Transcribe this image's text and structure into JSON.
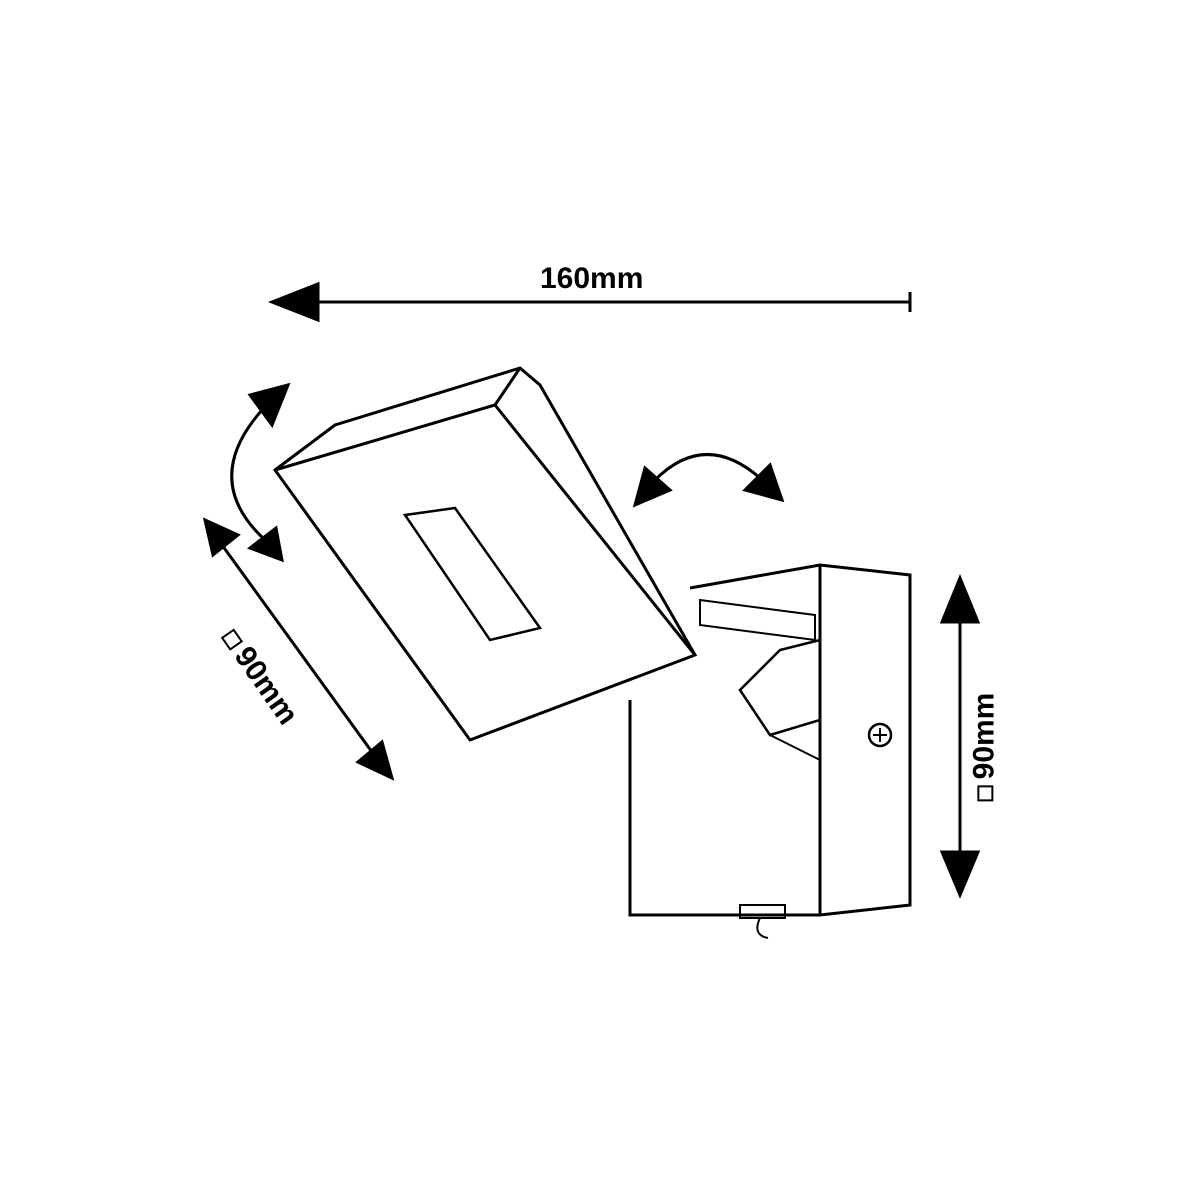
{
  "dimensions": {
    "width_label": "160mm",
    "head_size_label": "90mm",
    "base_size_label": "90mm",
    "square_symbol": "□"
  },
  "colors": {
    "line": "#000000",
    "background": "#ffffff"
  }
}
